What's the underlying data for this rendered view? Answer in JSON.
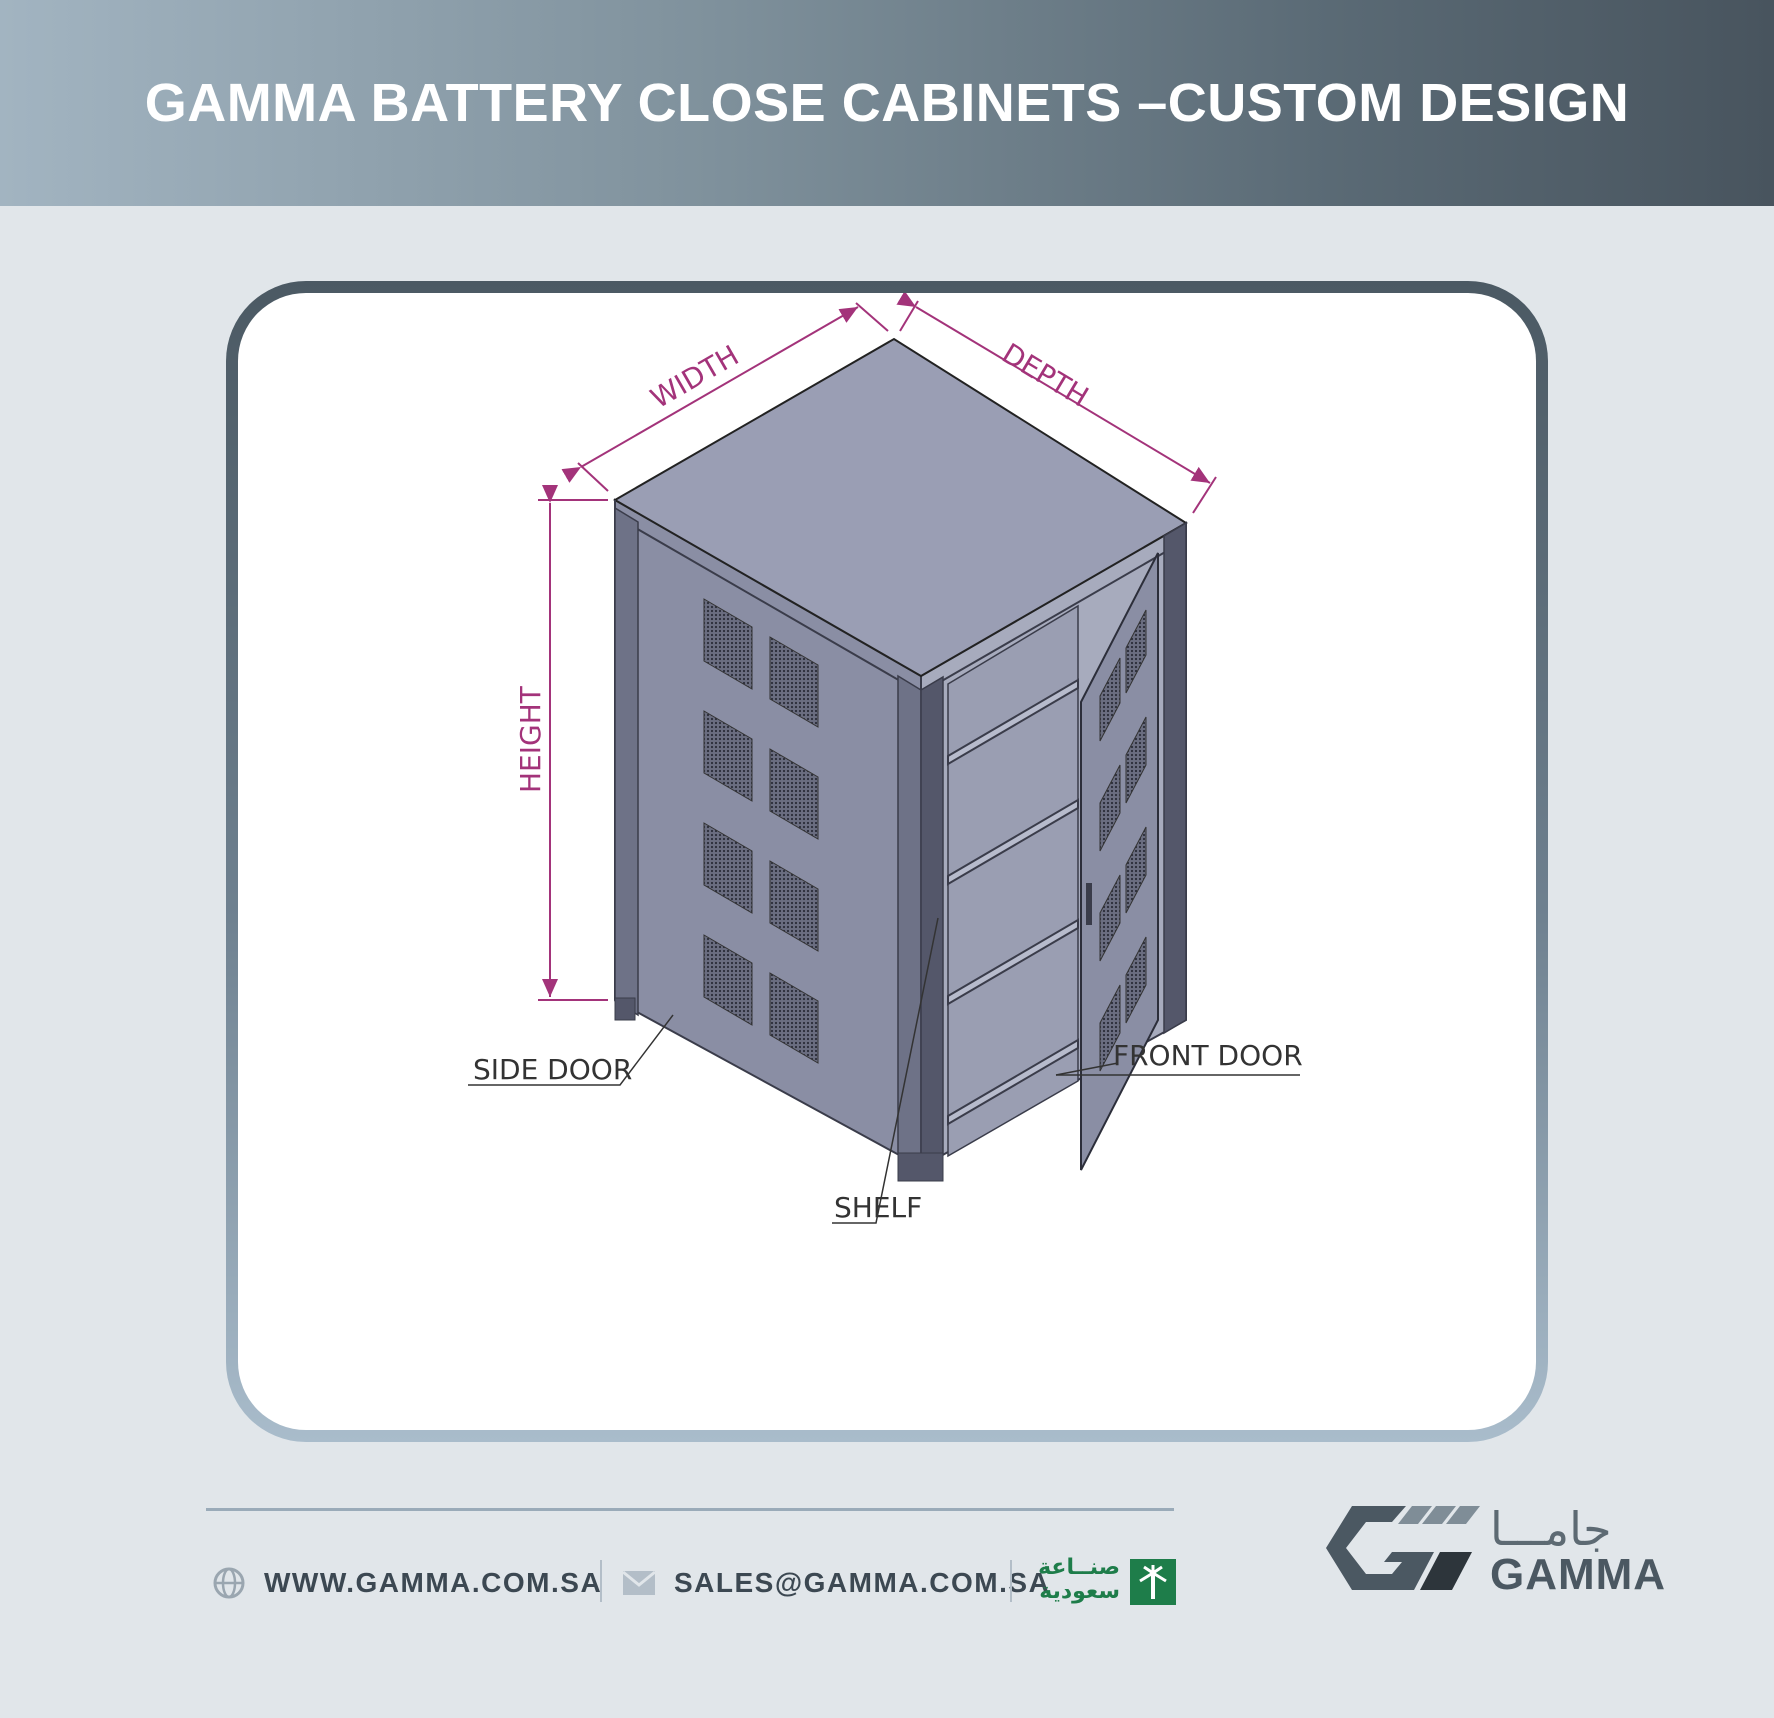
{
  "header": {
    "title": "GAMMA BATTERY CLOSE CABINETS –CUSTOM DESIGN"
  },
  "drawing": {
    "labels": {
      "width": "WIDTH",
      "depth": "DEPTH",
      "height": "HEIGHT",
      "side_door": "SIDE DOOR",
      "front_door": "FRONT DOOR",
      "shelf": "SHELF"
    },
    "dimension_color": "#a3337a",
    "cabinet_color": "#9195ab"
  },
  "footer": {
    "website": "WWW.GAMMA.COM.SA",
    "email": "SALES@GAMMA.COM.SA",
    "made_in_line1": "صنــاعة",
    "made_in_line2": "سعودية",
    "icons": {
      "website": "globe-icon",
      "email": "envelope-icon",
      "made_in": "palm-tree-icon"
    }
  },
  "logo": {
    "arabic": "جامـــا",
    "english": "GAMMA"
  }
}
